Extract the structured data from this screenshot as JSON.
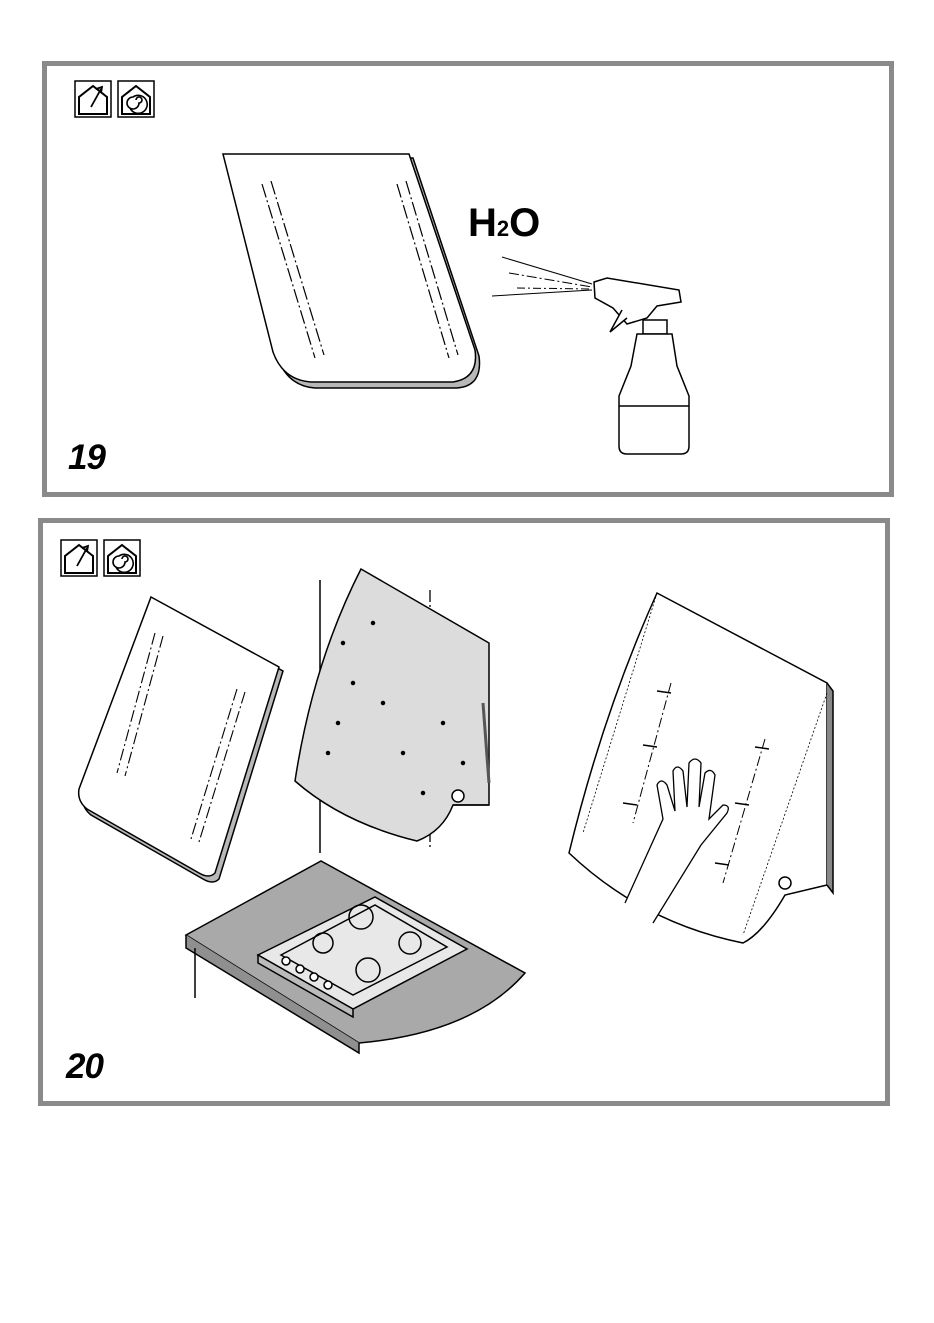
{
  "steps": [
    {
      "number": "19",
      "chemical": {
        "main": "H",
        "sub": "2",
        "end": "O"
      }
    },
    {
      "number": "20"
    }
  ],
  "icons": [
    "ducted-exhaust-house-icon",
    "recirculation-house-icon"
  ],
  "colors": {
    "frame": "#8a8a8a",
    "shade": "#a9a9a9",
    "panel_fill": "#dcdcdc"
  }
}
